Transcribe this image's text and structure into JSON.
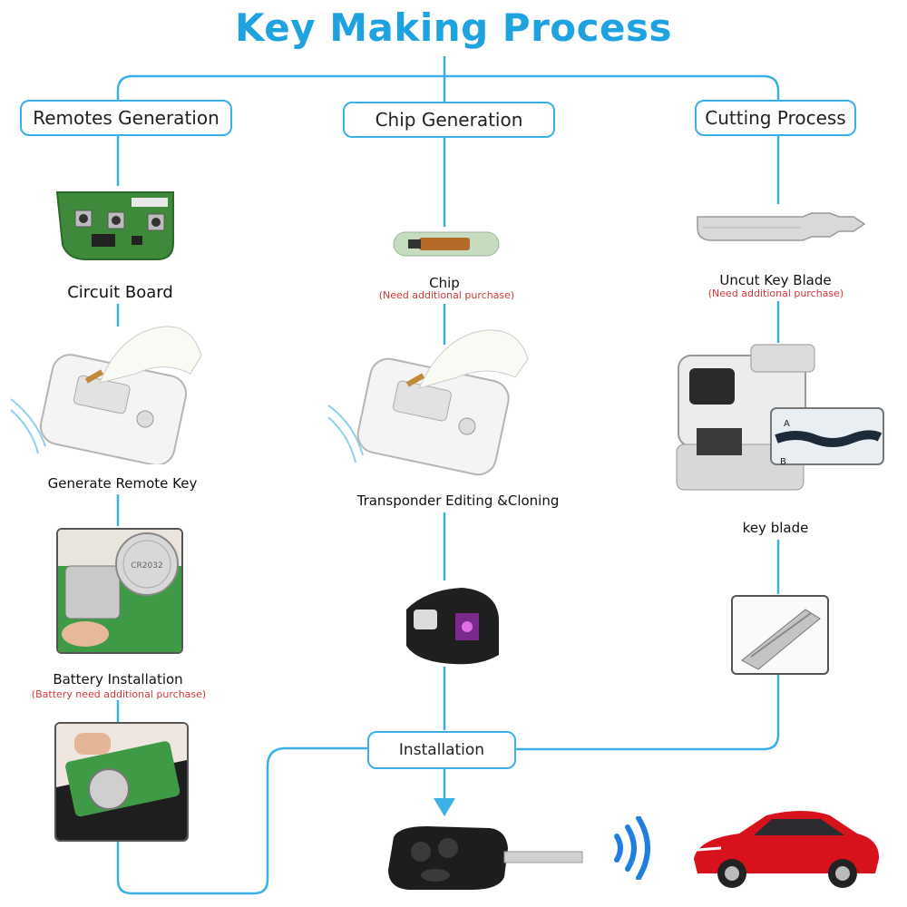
{
  "title": "Key Making Process",
  "columns": {
    "remotes": {
      "header": "Remotes Generation",
      "circuit_board": "Circuit Board",
      "generate": "Generate Remote Key",
      "battery": "Battery Installation",
      "battery_note": "(Battery need additional purchase)"
    },
    "chip": {
      "header": "Chip Generation",
      "chip": "Chip",
      "chip_note": "(Need additional purchase)",
      "transponder": "Transponder Editing &Cloning"
    },
    "cutting": {
      "header": "Cutting Process",
      "blade": "Uncut Key  Blade",
      "blade_note": "(Need additional purchase)",
      "key_blade": "key blade",
      "machine_labels": {
        "a": "A",
        "b": "B"
      }
    }
  },
  "installation": "Installation",
  "colors": {
    "accent": "#3ab0e6",
    "title": "#1fa2e0",
    "note": "#d23838",
    "car": "#d8121c"
  },
  "icons": [
    "circuit-board-image",
    "key-programmer-image",
    "battery-image",
    "transponder-chip-image",
    "key-shell-image",
    "uncut-blade-image",
    "cutting-machine-image",
    "key-blade-image",
    "flip-key-image",
    "wireless-signal-icon",
    "red-car-image"
  ]
}
